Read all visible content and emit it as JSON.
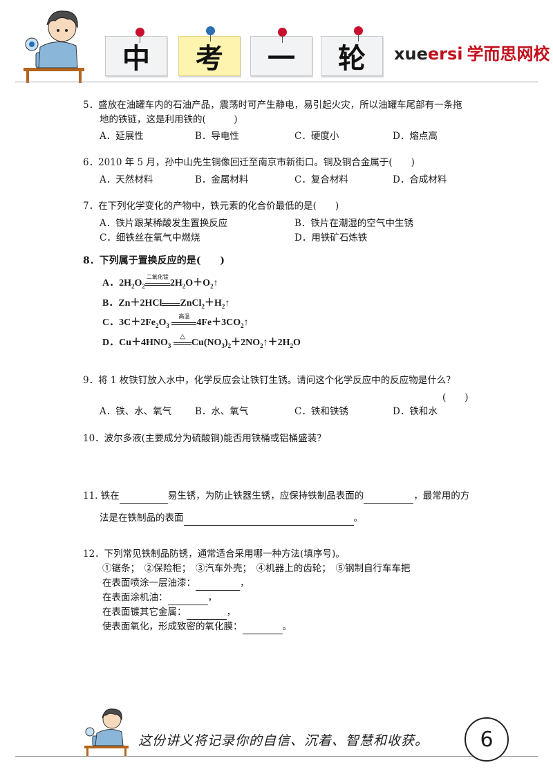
{
  "header": {
    "notes": [
      "中",
      "考",
      "一",
      "轮"
    ],
    "brand_en_a": "xue",
    "brand_en_b": "ersi",
    "brand_cn": "学而思网校"
  },
  "q5": {
    "line1": "5．盛放在油罐车内的石油产品，震荡时可产生静电，易引起火灾，所以油罐车尾部有一条拖",
    "line2": "地的铁链，这是利用铁的(　　　)",
    "options": [
      "A．延展性",
      "B．导电性",
      "C．硬度小",
      "D．熔点高"
    ]
  },
  "q6": {
    "text": "6．2010 年 5 月，孙中山先生铜像回迁至南京市新街口。铜及铜合金属于(　　)",
    "options": [
      "A．天然材料",
      "B．金属材料",
      "C．复合材料",
      "D．合成材料"
    ]
  },
  "q7": {
    "text": "7．在下列化学变化的产物中，铁元素的化合价最低的是(　　)",
    "options": [
      "A．铁片跟某稀酸发生置换反应",
      "B．铁片在潮湿的空气中生锈",
      "C．细铁丝在氧气中燃烧",
      "D．用铁矿石炼铁"
    ]
  },
  "q8": {
    "text": "8．下列属于置换反应的是(　　)",
    "a_label": "A．",
    "a_cond": "二氧化锰",
    "b_label": "B．",
    "c_label": "C．",
    "c_cond": "高温",
    "d_label": "D．",
    "d_cond": "△"
  },
  "q9": {
    "text": "9．将 1 枚铁钉放入水中，化学反应会让铁钉生锈。请问这个化学反应中的反应物是什么？",
    "paren": "(　　)",
    "options": [
      "A．铁、水、氧气",
      "B．水、氧气",
      "C．铁和铁锈",
      "D．铁和水"
    ]
  },
  "q10": {
    "text": "10．波尔多液(主要成分为硫酸铜)能否用铁桶或铝桶盛装？"
  },
  "q11": {
    "p1": "11. 铁在",
    "p2": "易生锈，为防止铁器生锈，应保持铁制品表面的",
    "p3": "，最常用的方",
    "p4": "法是在铁制品的表面",
    "p5": "。"
  },
  "q12": {
    "text": "12．下列常见铁制品防锈，通常适合采用哪一种方法(填序号)。",
    "items": "①锯条；　②保险柜；　③汽车外壳；　④机器上的齿轮；　⑤钢制自行车车把",
    "l1": "在表面喷涂一层油漆：",
    "l1e": "，",
    "l2": "在表面涂机油：",
    "l2e": "，",
    "l3": "在表面镀其它金属：",
    "l3e": "，",
    "l4": "使表面氧化，形成致密的氧化膜：",
    "l4e": "。"
  },
  "footer": {
    "slogan": "这份讲义将记录你的自信、沉着、智慧和收获。",
    "page": "6"
  }
}
